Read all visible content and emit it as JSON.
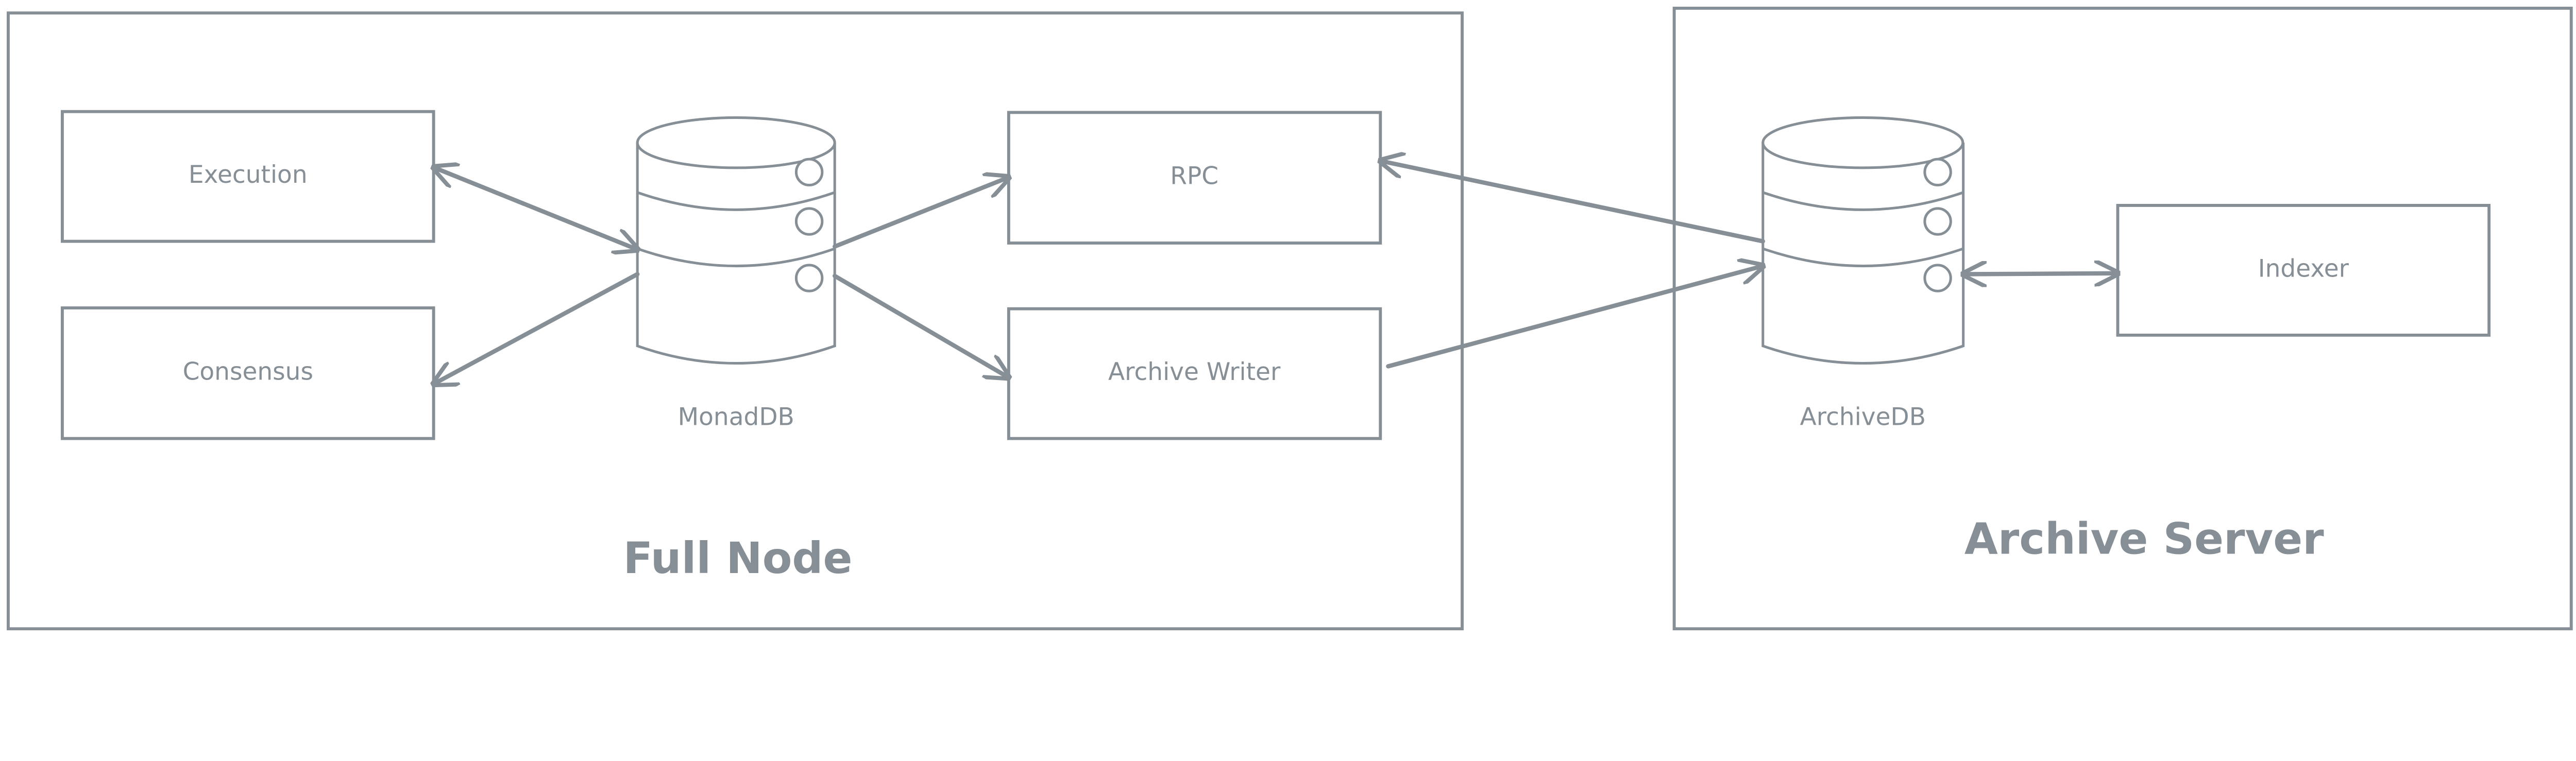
{
  "colors": {
    "stroke": "#868e96",
    "background": "#ffffff"
  },
  "groups": {
    "full_node": "Full Node",
    "archive_server": "Archive Server"
  },
  "nodes": {
    "execution": "Execution",
    "consensus": "Consensus",
    "monaddb": "MonadDB",
    "rpc": "RPC",
    "archive_writer": "Archive Writer",
    "archivedb": "ArchiveDB",
    "indexer": "Indexer"
  },
  "edges": [
    {
      "from": "Execution",
      "to": "MonadDB",
      "direction": "both"
    },
    {
      "from": "MonadDB",
      "to": "Consensus",
      "direction": "forward"
    },
    {
      "from": "MonadDB",
      "to": "RPC",
      "direction": "forward"
    },
    {
      "from": "MonadDB",
      "to": "Archive Writer",
      "direction": "forward"
    },
    {
      "from": "ArchiveDB",
      "to": "RPC",
      "direction": "forward"
    },
    {
      "from": "Archive Writer",
      "to": "ArchiveDB",
      "direction": "forward"
    },
    {
      "from": "ArchiveDB",
      "to": "Indexer",
      "direction": "both"
    }
  ]
}
